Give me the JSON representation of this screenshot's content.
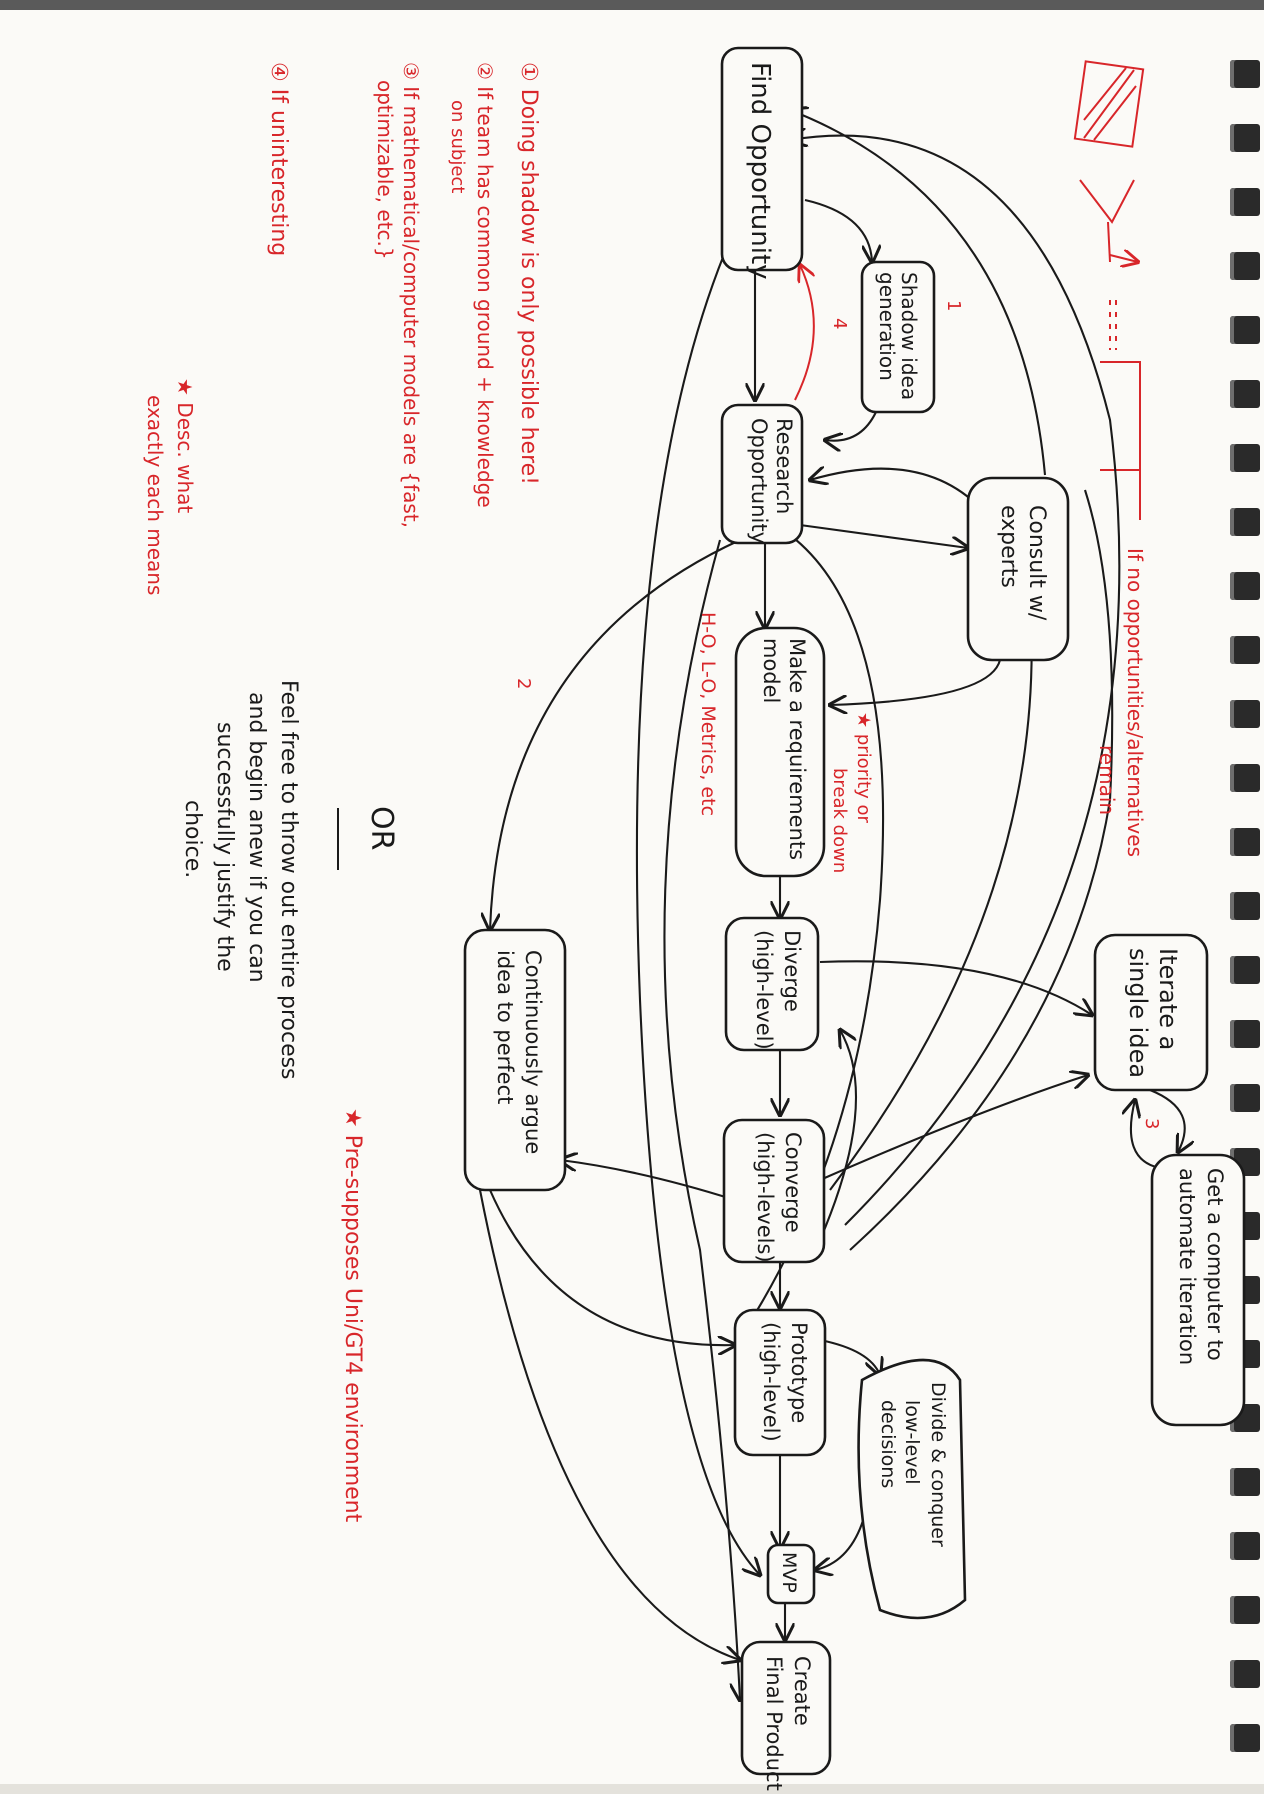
{
  "nodes": {
    "find_opportunity": "Find Opportunity",
    "shadow_idea": [
      "Shadow idea",
      "generation"
    ],
    "research_opportunity": [
      "Research",
      "Opportunity"
    ],
    "consult_experts": [
      "Consult w/",
      "experts"
    ],
    "make_requirements": [
      "Make a requirements",
      "model"
    ],
    "diverge": [
      "Diverge",
      "(high-level)"
    ],
    "converge": [
      "Converge",
      "(high-levels)"
    ],
    "iterate": [
      "Iterate a",
      "single idea"
    ],
    "computer_automate": [
      "Get a computer to",
      "automate iteration"
    ],
    "prototype": [
      "Prototype",
      "(high-level)"
    ],
    "divide_conquer": [
      "Divide & conquer",
      "low-level",
      "decisions"
    ],
    "mvp": "MVP",
    "final_product": [
      "Create",
      "Final Product"
    ],
    "continuously_argue": [
      "Continuously argue",
      "idea to perfect"
    ]
  },
  "notes": {
    "n1": "① Doing shadow is only possible here!",
    "n2a": "② If team has common ground + knowledge",
    "n2b": "on subject",
    "n3a": "③ If mathematical/computer models are {fast,",
    "n3b": "optimizable, etc.}",
    "n4": "④ If uninteresting",
    "desc_a": "★ Desc. what",
    "desc_b": "exactly each means",
    "no_opportunity_a": "If no opportunities/alternatives",
    "no_opportunity_b": "remain",
    "priority_a": "★ priority or",
    "priority_b": "break down",
    "metrics": "H-O, L-O, Metrics, etc",
    "presupposes": "★ Pre-supposes Uni/GT4 environment",
    "markers": [
      "1",
      "2",
      "3",
      "4"
    ]
  },
  "body_text": {
    "or": "OR",
    "line1": "Feel free to throw out entire process",
    "line2": "and begin anew if you can",
    "line3": "successfully justify the",
    "line4": "choice."
  },
  "colors": {
    "ink": "#1a1a1a",
    "annotation_red": "#d8262a",
    "paper": "#fbfaf7"
  }
}
